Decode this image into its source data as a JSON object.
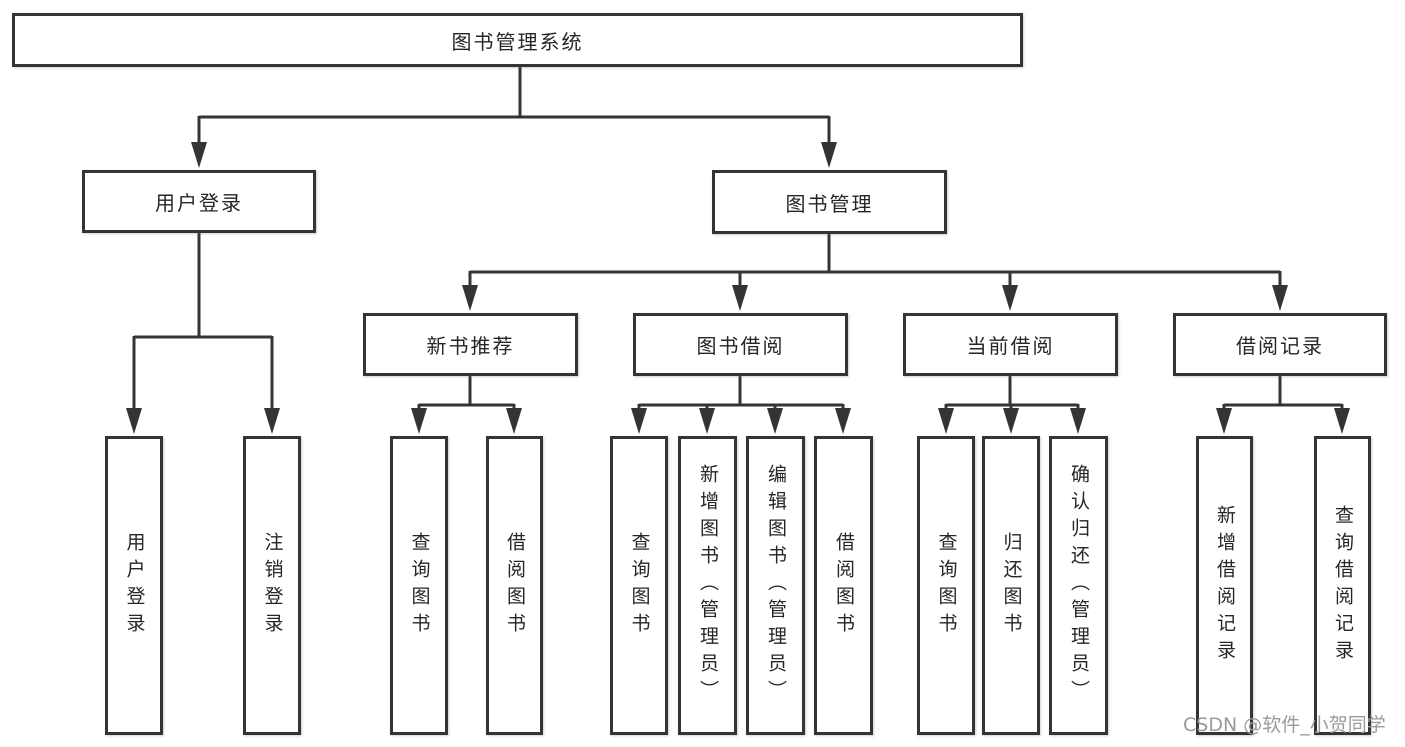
{
  "diagram": {
    "type": "hierarchy-tree",
    "nodes": {
      "root": "图书管理系统",
      "user_login_group": "用户登录",
      "book_mgmt_group": "图书管理",
      "new_book_rec": "新书推荐",
      "book_borrow": "图书借阅",
      "current_borrow": "当前借阅",
      "borrow_record": "借阅记录",
      "leaf_user_login": "用户登录",
      "leaf_logout": "注销登录",
      "leaf_nbr_query": "查询图书",
      "leaf_nbr_borrow": "借阅图书",
      "leaf_bb_query": "查询图书",
      "leaf_bb_add": "新增图书（管理员）",
      "leaf_bb_edit": "编辑图书（管理员）",
      "leaf_bb_borrow": "借阅图书",
      "leaf_cb_query": "查询图书",
      "leaf_cb_return": "归还图书",
      "leaf_cb_confirm": "确认归还（管理员）",
      "leaf_br_add": "新增借阅记录",
      "leaf_br_query": "查询借阅记录"
    },
    "edges": [
      [
        "root",
        "user_login_group"
      ],
      [
        "root",
        "book_mgmt_group"
      ],
      [
        "user_login_group",
        "leaf_user_login"
      ],
      [
        "user_login_group",
        "leaf_logout"
      ],
      [
        "book_mgmt_group",
        "new_book_rec"
      ],
      [
        "book_mgmt_group",
        "book_borrow"
      ],
      [
        "book_mgmt_group",
        "current_borrow"
      ],
      [
        "book_mgmt_group",
        "borrow_record"
      ],
      [
        "new_book_rec",
        "leaf_nbr_query"
      ],
      [
        "new_book_rec",
        "leaf_nbr_borrow"
      ],
      [
        "book_borrow",
        "leaf_bb_query"
      ],
      [
        "book_borrow",
        "leaf_bb_add"
      ],
      [
        "book_borrow",
        "leaf_bb_edit"
      ],
      [
        "book_borrow",
        "leaf_bb_borrow"
      ],
      [
        "current_borrow",
        "leaf_cb_query"
      ],
      [
        "current_borrow",
        "leaf_cb_return"
      ],
      [
        "current_borrow",
        "leaf_cb_confirm"
      ],
      [
        "borrow_record",
        "leaf_br_add"
      ],
      [
        "borrow_record",
        "leaf_br_query"
      ]
    ],
    "colors": {
      "line": "#343434",
      "box_border": "#343434",
      "text": "#262626",
      "background": "#ffffff",
      "watermark": "#9b9b9b"
    }
  },
  "watermark": "CSDN @软件_小贺同学"
}
